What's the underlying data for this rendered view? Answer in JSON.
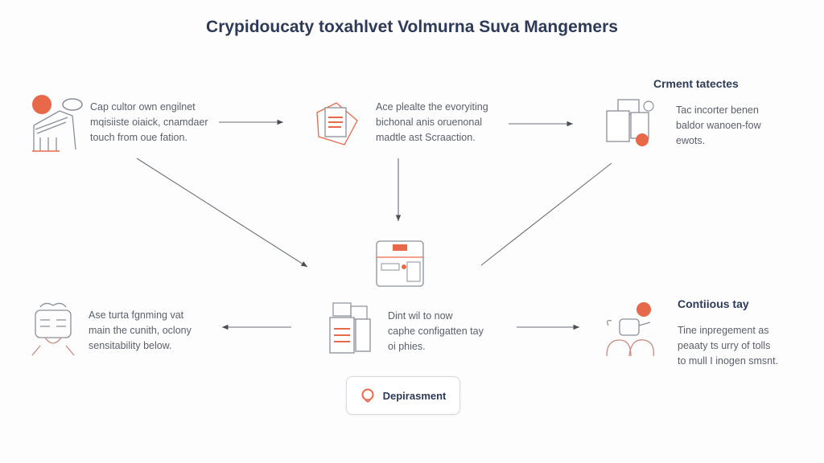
{
  "title": "Crypidoucaty toxahlvet Volmurna Suva Mangemers",
  "nodes": {
    "top_left": {
      "text": [
        "Cap cultor own engilnet",
        "mqisiiste oiaick, cnamdaer",
        "touch from oue fation."
      ]
    },
    "top_center": {
      "text": [
        "Ace plealte the evoryiting",
        "bichonal anis oruenonal",
        "madtle ast Scraaction."
      ]
    },
    "top_right": {
      "heading": "Crment tatectes",
      "text": [
        "Tac incorter benen",
        "baldor wanoen-fow",
        "ewots."
      ]
    },
    "bottom_left": {
      "text": [
        "Ase turta fgnming vat",
        "main the cunith, oclony",
        "sensitability below."
      ]
    },
    "bottom_center": {
      "text": [
        "Dint wil to now",
        "caphe configatten tay",
        "oi phies."
      ]
    },
    "bottom_right": {
      "heading": "Contiious tay",
      "text": [
        "Tine inpregement as",
        "peaaty ts urry of tolls",
        "to mull I inogen smsnt."
      ]
    }
  },
  "button": {
    "label": "Depirasment"
  },
  "colors": {
    "accent": "#e8694a",
    "text": "#2e3a59",
    "line": "#6b6f78"
  }
}
